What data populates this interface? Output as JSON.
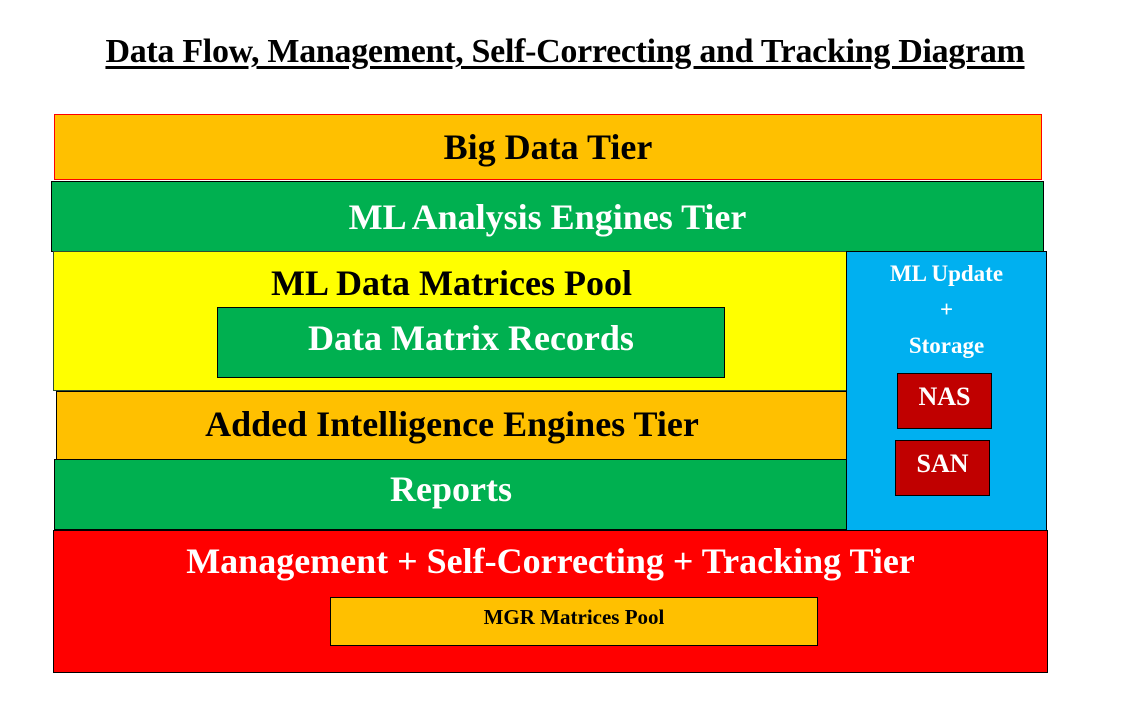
{
  "title": "Data Flow, Management, Self-Correcting and Tracking Diagram",
  "tiers": {
    "big_data": "Big Data Tier",
    "ml_analysis": "ML Analysis Engines Tier",
    "ml_data_pool": "ML Data Matrices Pool",
    "data_matrix_records": "Data Matrix Records",
    "added_intelligence": "Added Intelligence Engines Tier",
    "reports": "Reports",
    "management": "Management + Self-Correcting + Tracking Tier",
    "mgr_pool": "MGR Matrices Pool"
  },
  "storage": {
    "line1": "ML Update",
    "line2": "+",
    "line3": "Storage",
    "nas": "NAS",
    "san": "SAN"
  },
  "colors": {
    "orange": "#FFC000",
    "green": "#00B050",
    "yellow": "#FFFF00",
    "blue": "#00B0F0",
    "dark_red": "#C00000",
    "red": "#FF0000"
  }
}
